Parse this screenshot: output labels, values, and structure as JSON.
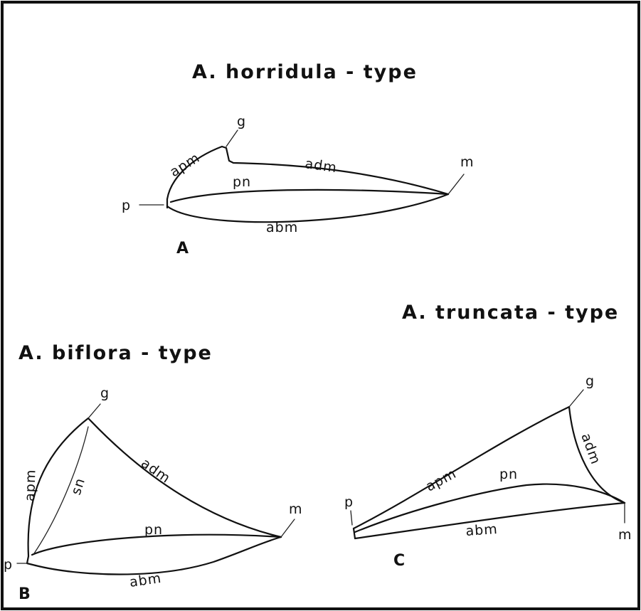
{
  "titles": {
    "a": "A. horridula - type",
    "b": "A. biflora - type",
    "c": "A. truncata - type"
  },
  "panels": {
    "a": "A",
    "b": "B",
    "c": "C"
  },
  "labels": {
    "g": "g",
    "m": "m",
    "p": "p",
    "apm": "apm",
    "adm": "adm",
    "pn": "pn",
    "abm": "abm",
    "sn": "sn"
  }
}
